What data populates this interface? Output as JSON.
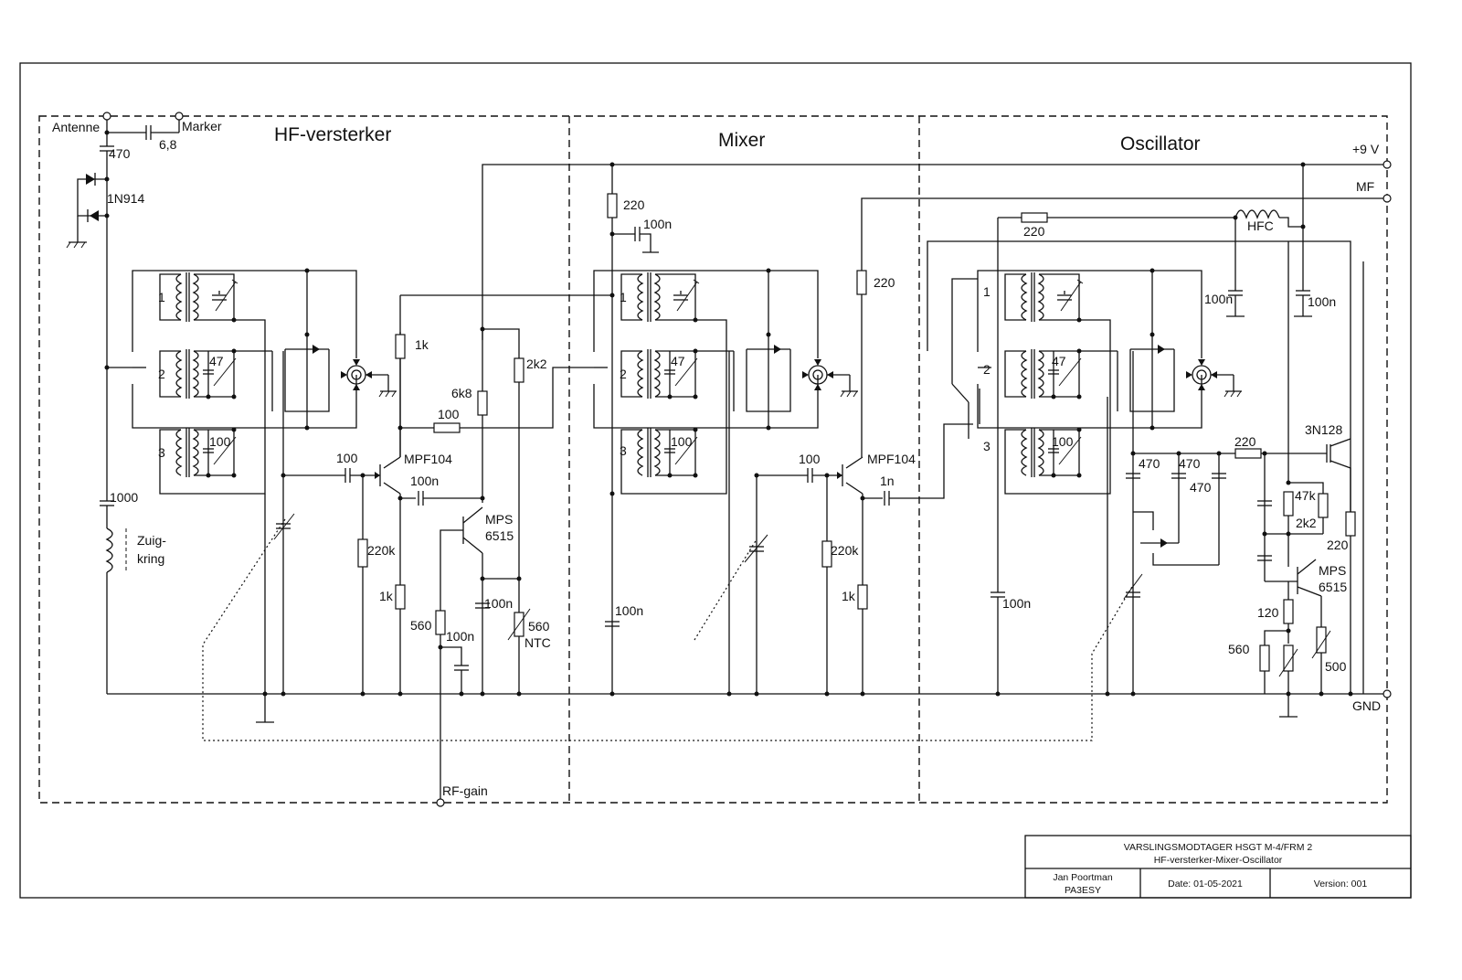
{
  "sections": {
    "hf": "HF-versterker",
    "mixer": "Mixer",
    "osc": "Oscillator"
  },
  "terminals": {
    "antenna": "Antenne",
    "marker": "Marker",
    "supply": "+9 V",
    "mf": "MF",
    "gnd": "GND",
    "rf_gain": "RF-gain"
  },
  "components": {
    "c_470": "470",
    "c_6_8": "6,8",
    "d_1n914": "1N914",
    "c_1000": "1000",
    "zuig_1": "Zuig-",
    "zuig_2": "kring",
    "hf_coil_1": "1",
    "hf_coil_2": "2",
    "hf_coil_3": "3",
    "hf_c47": "47",
    "hf_c100": "100",
    "hf_cin": "100",
    "hf_fet": "MPF104",
    "hf_r1k_top": "1k",
    "hf_r100": "100",
    "hf_c100n_a": "100n",
    "hf_r6k8": "6k8",
    "hf_r2k2": "2k2",
    "hf_mps_1": "MPS",
    "hf_mps_2": "6515",
    "hf_r220k": "220k",
    "hf_r1k": "1k",
    "hf_r560": "560",
    "hf_c100n_b": "100n",
    "hf_c100n_c": "100n",
    "hf_ntc_1": "560",
    "hf_ntc_2": "NTC",
    "mx_r220": "220",
    "mx_c100n_top": "100n",
    "mx_coil_1": "1",
    "mx_coil_2": "2",
    "mx_coil_3": "3",
    "mx_c47": "47",
    "mx_c100": "100",
    "mx_c100n_bot": "100n",
    "mx_cin": "100",
    "mx_fet": "MPF104",
    "mx_c1n": "1n",
    "mx_r220k": "220k",
    "mx_r1k": "1k",
    "mx_r220_mf": "220",
    "os_r220_top": "220",
    "os_hfc": "HFC",
    "os_c100n_a": "100n",
    "os_c100n_b": "100n",
    "os_coil_1": "1",
    "os_coil_2": "2",
    "os_coil_3": "3",
    "os_c47": "47",
    "os_c100": "100",
    "os_c100n_c": "100n",
    "os_c470_a": "470",
    "os_c470_b": "470",
    "os_c470_c": "470",
    "os_r220_mid": "220",
    "os_mosfet": "3N128",
    "os_r47k": "47k",
    "os_r2k2": "2k2",
    "os_r220_right": "220",
    "os_mps_1": "MPS",
    "os_mps_2": "6515",
    "os_r120": "120",
    "os_r560": "560",
    "os_r500": "500"
  },
  "title_block": {
    "title": "VARSLINGSMODTAGER HSGT M-4/FRM 2",
    "subtitle": "HF-versterker-Mixer-Oscillator",
    "author": "Jan Poortman",
    "callsign": "PA3ESY",
    "date": "Date: 01-05-2021",
    "version": "Version: 001"
  }
}
